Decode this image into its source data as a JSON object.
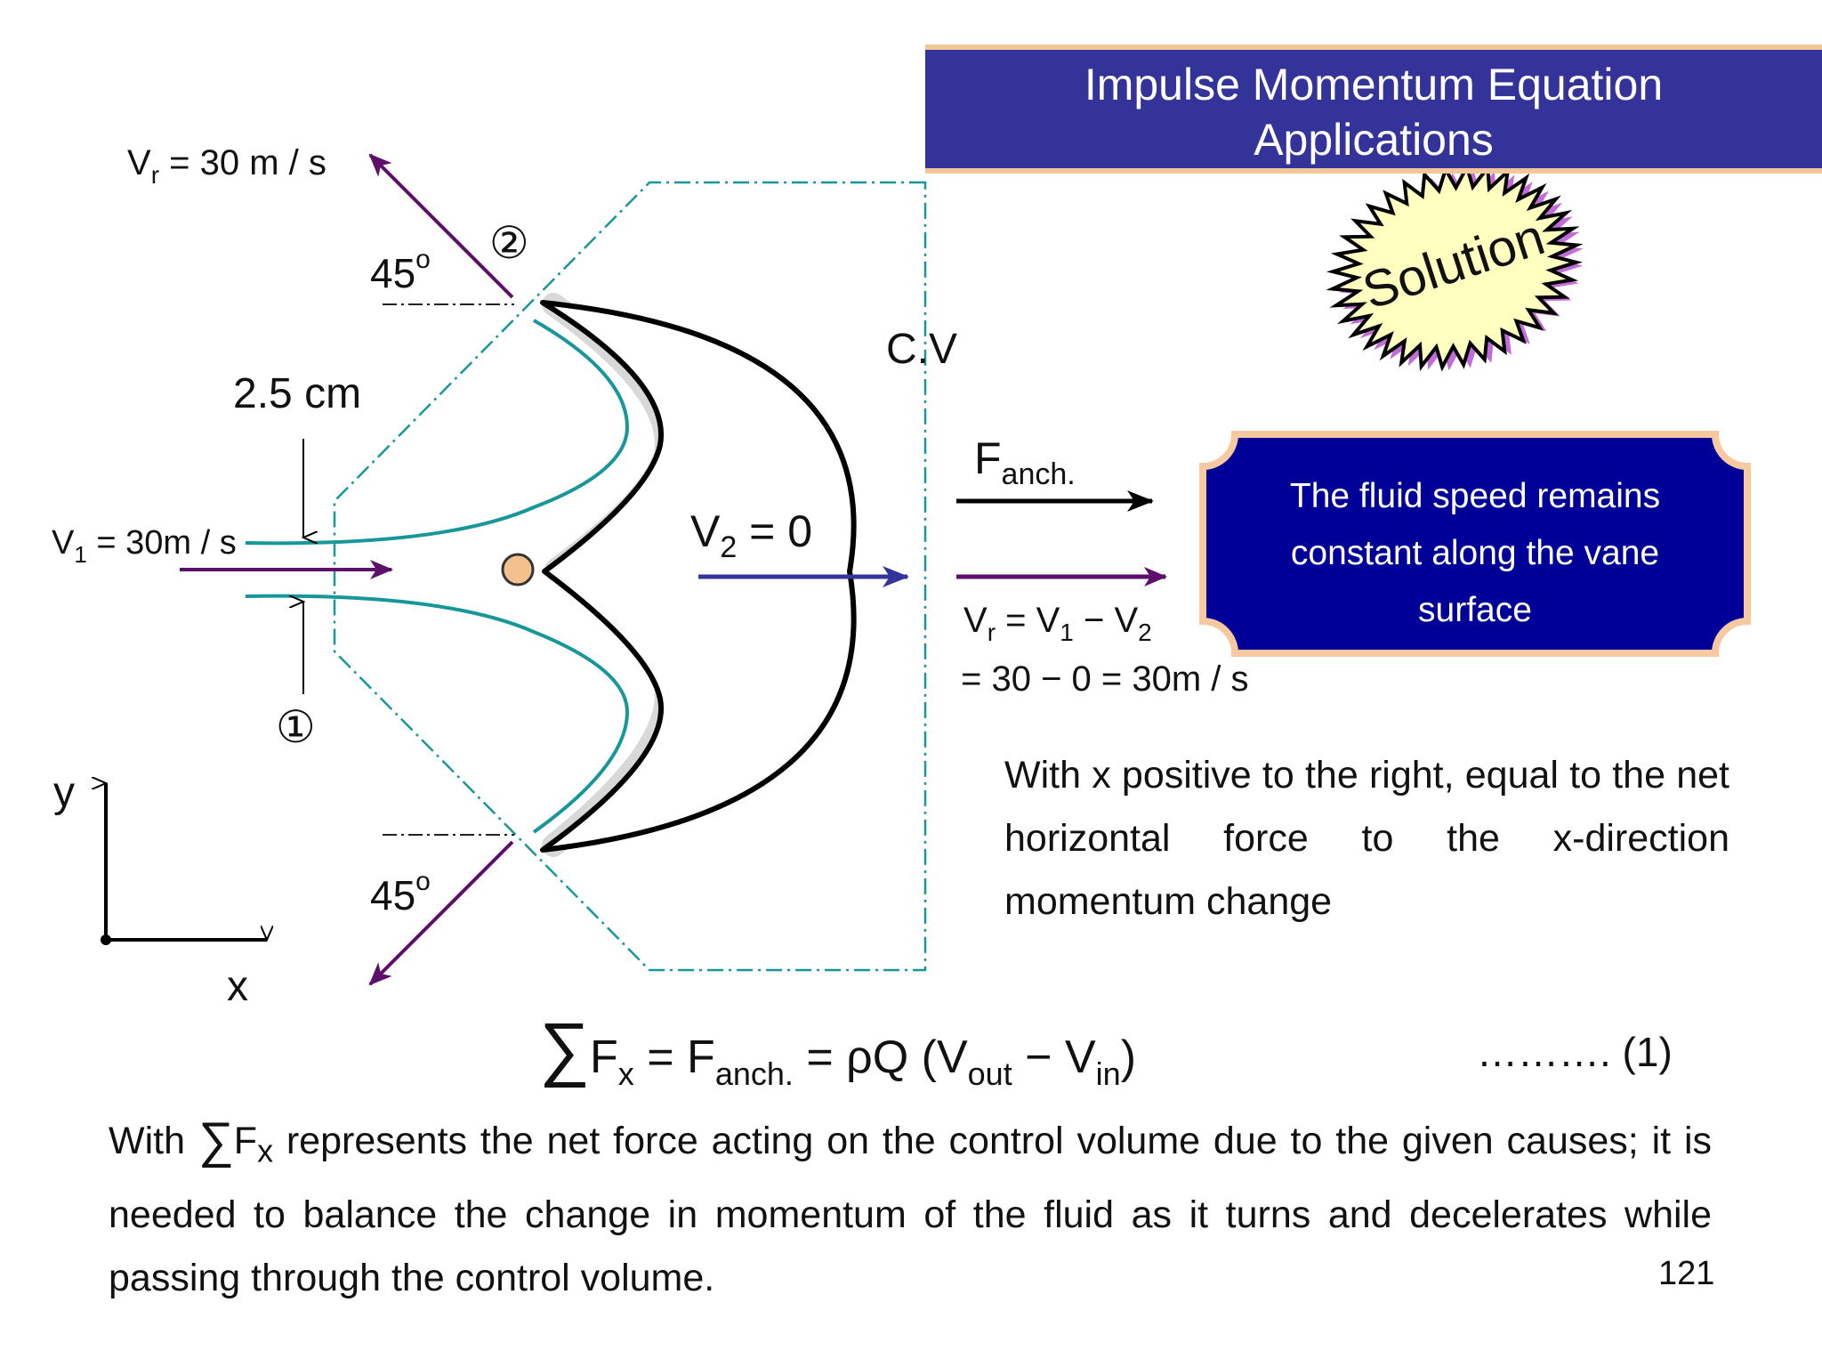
{
  "header": {
    "title_line1": "Impulse Momentum Equation",
    "title_line2": "Applications",
    "burst_label": "Solution"
  },
  "diagram": {
    "vr_top": "V",
    "vr_top_sub": "r",
    "vr_top_rest": " = 30 m / s",
    "angle_top": "45",
    "angle_bottom": "45",
    "angle_sup": "o",
    "section_2": "②",
    "section_1": "①",
    "width_label": "2.5 cm",
    "v1_label": "V",
    "v1_sub": "1",
    "v1_rest": " = 30m / s",
    "v2_label": "V",
    "v2_sub": "2",
    "v2_rest": " = 0",
    "cv_label": "C.V",
    "f_label": "F",
    "f_sub": "anch.",
    "vr_eq_a": "V",
    "vr_eq_a_sub": "r",
    "vr_eq_b": " = V",
    "vr_eq_b_sub": "1",
    "vr_eq_c": " − V",
    "vr_eq_c_sub": "2",
    "vr_eq_line2": "= 30 − 0 = 30m / s",
    "axis_y": "y",
    "axis_x": "x"
  },
  "note": {
    "line1": "The fluid speed remains",
    "line2": "constant along the vane",
    "line3": "surface"
  },
  "explanation": "With x positive to the right, equal to the net horizontal force to the x-direction momentum change",
  "equation": {
    "sum": "∑",
    "fx": "F",
    "fx_sub": "x",
    "eq1": " = F",
    "fanch_sub": "anch.",
    "eq2": " = ρQ (V",
    "out_sub": "out",
    "minus": " − V",
    "in_sub": "in",
    "close": ")",
    "number": "………. (1)"
  },
  "bottom": {
    "with": "With ",
    "sum": "∑",
    "fx": "F",
    "fx_sub": "x",
    "rest": " represents the net force acting on the control volume due to the given causes; it is needed to balance the change in momentum of the fluid as it turns and decelerates while passing through the control volume."
  },
  "page_number": "121",
  "colors": {
    "title_bg": "#343399",
    "title_border": "#f2c79a",
    "note_bg": "#000099",
    "note_border": "#f7c9a0",
    "jet": "#17979a",
    "arrow_purple": "#5e0e6b",
    "arrow_blue": "#343399",
    "cv_line": "#17979a",
    "burst_fill": "#ffffc0",
    "nozzle_dot": "#f4c08e"
  }
}
